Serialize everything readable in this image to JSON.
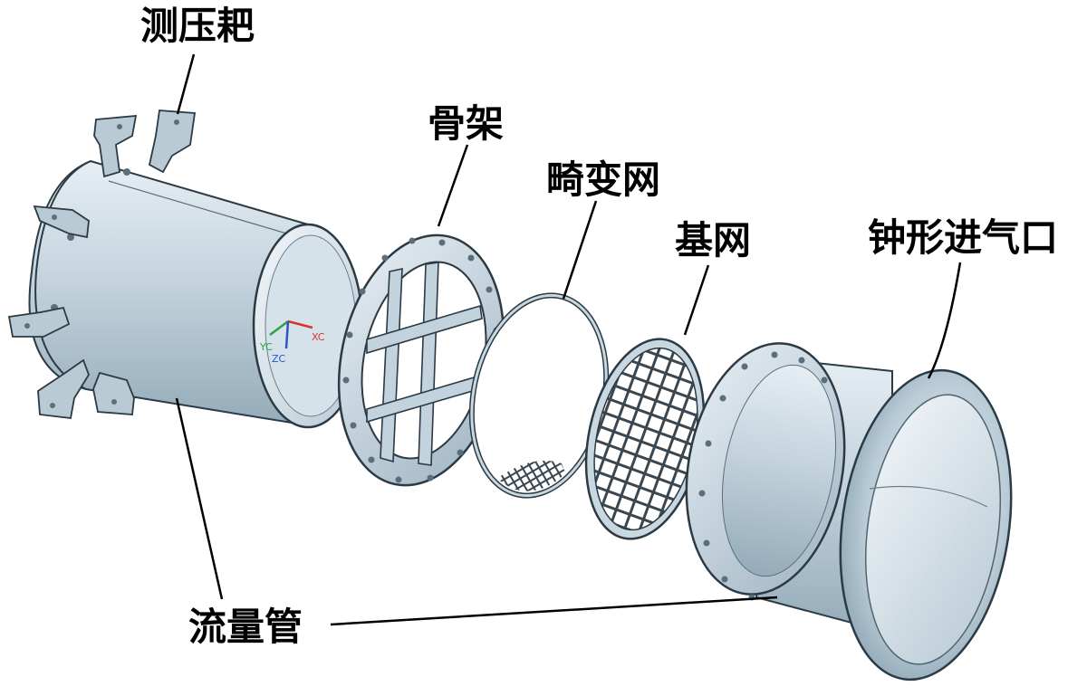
{
  "labels": {
    "pressure_rake": "测压耙",
    "frame": "骨架",
    "distortion_screen": "畸变网",
    "base_screen": "基网",
    "bell_inlet": "钟形进气口",
    "flow_tube": "流量管"
  },
  "axes": {
    "x": "XC",
    "y": "YC",
    "z": "ZC"
  },
  "colors": {
    "metal_light": "#d9e3ea",
    "metal_mid": "#a9bcc8",
    "metal_dark": "#6f8796",
    "edge": "#2b3a44",
    "axis_x": "#d9342b",
    "axis_y": "#2aa14a",
    "axis_z": "#2b54c8"
  }
}
